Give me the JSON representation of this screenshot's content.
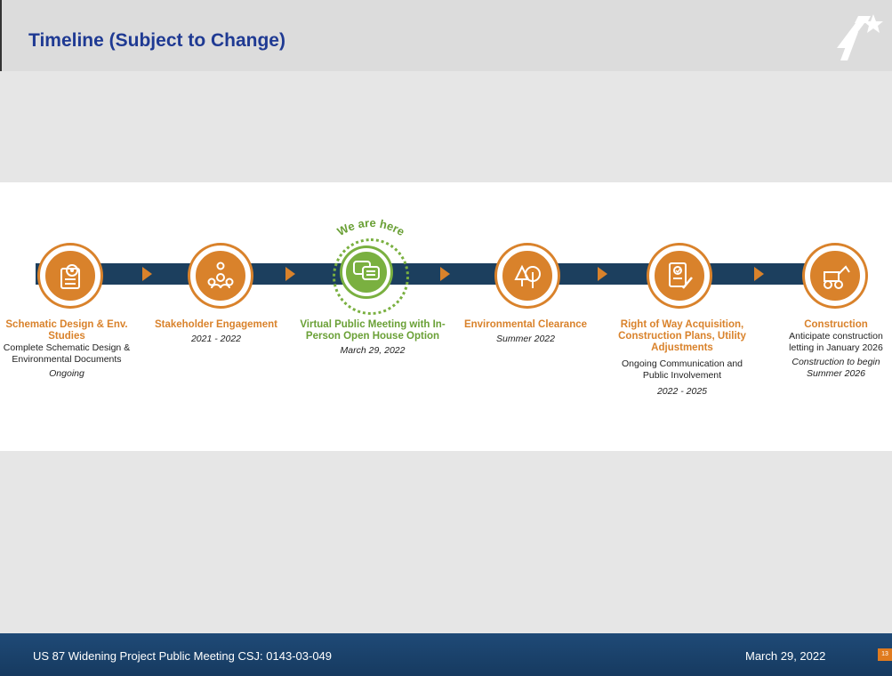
{
  "header": {
    "title": "Timeline (Subject to Change)"
  },
  "badge": "We are here",
  "steps": [
    {
      "icon": "gear-document-icon",
      "title": "Schematic Design & Env. Studies",
      "desc": "Complete Schematic Design & Environmental Documents",
      "date": "Ongoing"
    },
    {
      "icon": "people-gear-icon",
      "title": "Stakeholder Engagement",
      "desc": "",
      "date": "2021 - 2022"
    },
    {
      "icon": "chat-bubbles-icon",
      "title": "Virtual Public Meeting with In-Person Open House Option",
      "desc": "",
      "date": "March 29, 2022"
    },
    {
      "icon": "trees-icon",
      "title": "Environmental Clearance",
      "desc": "",
      "date": "Summer 2022"
    },
    {
      "icon": "document-check-icon",
      "title": "Right of Way Acquisition, Construction Plans, Utility Adjustments",
      "desc": "Ongoing Communication and Public Involvement",
      "date": "2022 - 2025"
    },
    {
      "icon": "construction-vehicle-icon",
      "title": "Construction",
      "desc": "Anticipate construction letting in January 2026",
      "date": "Construction to begin Summer 2026"
    }
  ],
  "colors": {
    "accent": "#d9822b",
    "current": "#7ab040",
    "track": "#1c3f5e",
    "title": "#1f3a93",
    "footer": "#1f4a77"
  },
  "footer": {
    "left": "US 87 Widening Project Public Meeting CSJ: 0143-03-049",
    "date": "March 29, 2022",
    "page": "13"
  }
}
